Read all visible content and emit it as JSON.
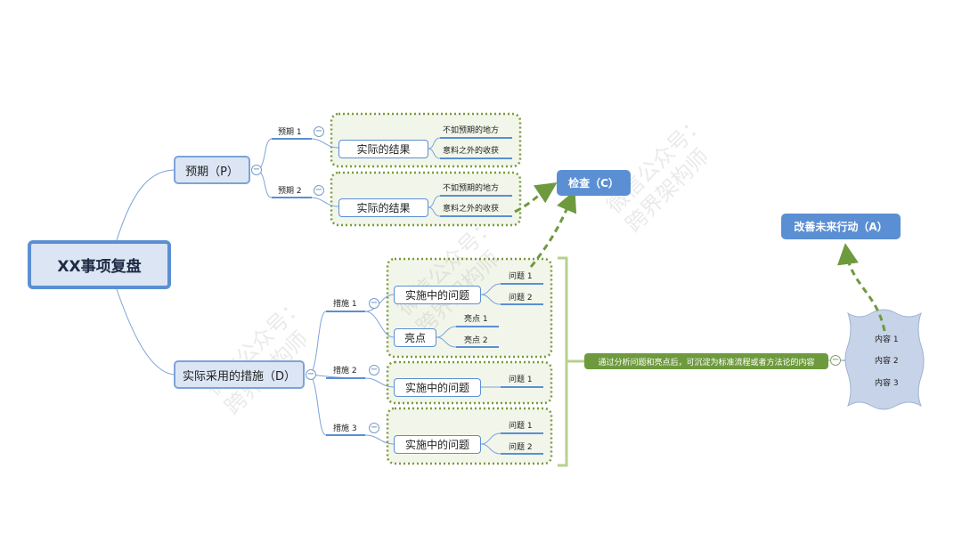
{
  "root": "XX事项复盘",
  "planned": {
    "label": "预期（P）",
    "items": [
      {
        "label": "预期 1",
        "result": "实际的结果",
        "subs": [
          "不如预期的地方",
          "意料之外的收获"
        ]
      },
      {
        "label": "预期 2",
        "result": "实际的结果",
        "subs": [
          "不如预期的地方",
          "意料之外的收获"
        ]
      }
    ]
  },
  "actions": {
    "label": "实际采用的措施（D）",
    "items": [
      {
        "label": "措施 1",
        "issue": "实施中的问题",
        "issue_subs": [
          "问题 1",
          "问题 2"
        ],
        "highlight": "亮点",
        "highlight_subs": [
          "亮点 1",
          "亮点 2"
        ]
      },
      {
        "label": "措施 2",
        "issue": "实施中的问题",
        "issue_subs": [
          "问题 1"
        ]
      },
      {
        "label": "措施 3",
        "issue": "实施中的问题",
        "issue_subs": [
          "问题 1",
          "问题 2"
        ]
      }
    ]
  },
  "check": "检查（C）",
  "improve": "改善未来行动（A）",
  "summary": "通过分析问题和亮点后，可沉淀为标准流程或者方法论的内容",
  "contents": [
    "内容 1",
    "内容 2",
    "内容 3"
  ],
  "watermark": [
    "微信公众号：",
    "跨界架构师"
  ],
  "colors": {
    "node_fill": "#dbe5f4",
    "node_border": "#5b8fd3",
    "accent": "#5b8fd3",
    "green": "#6e9a3e",
    "dotted": "#7a9a3c"
  }
}
